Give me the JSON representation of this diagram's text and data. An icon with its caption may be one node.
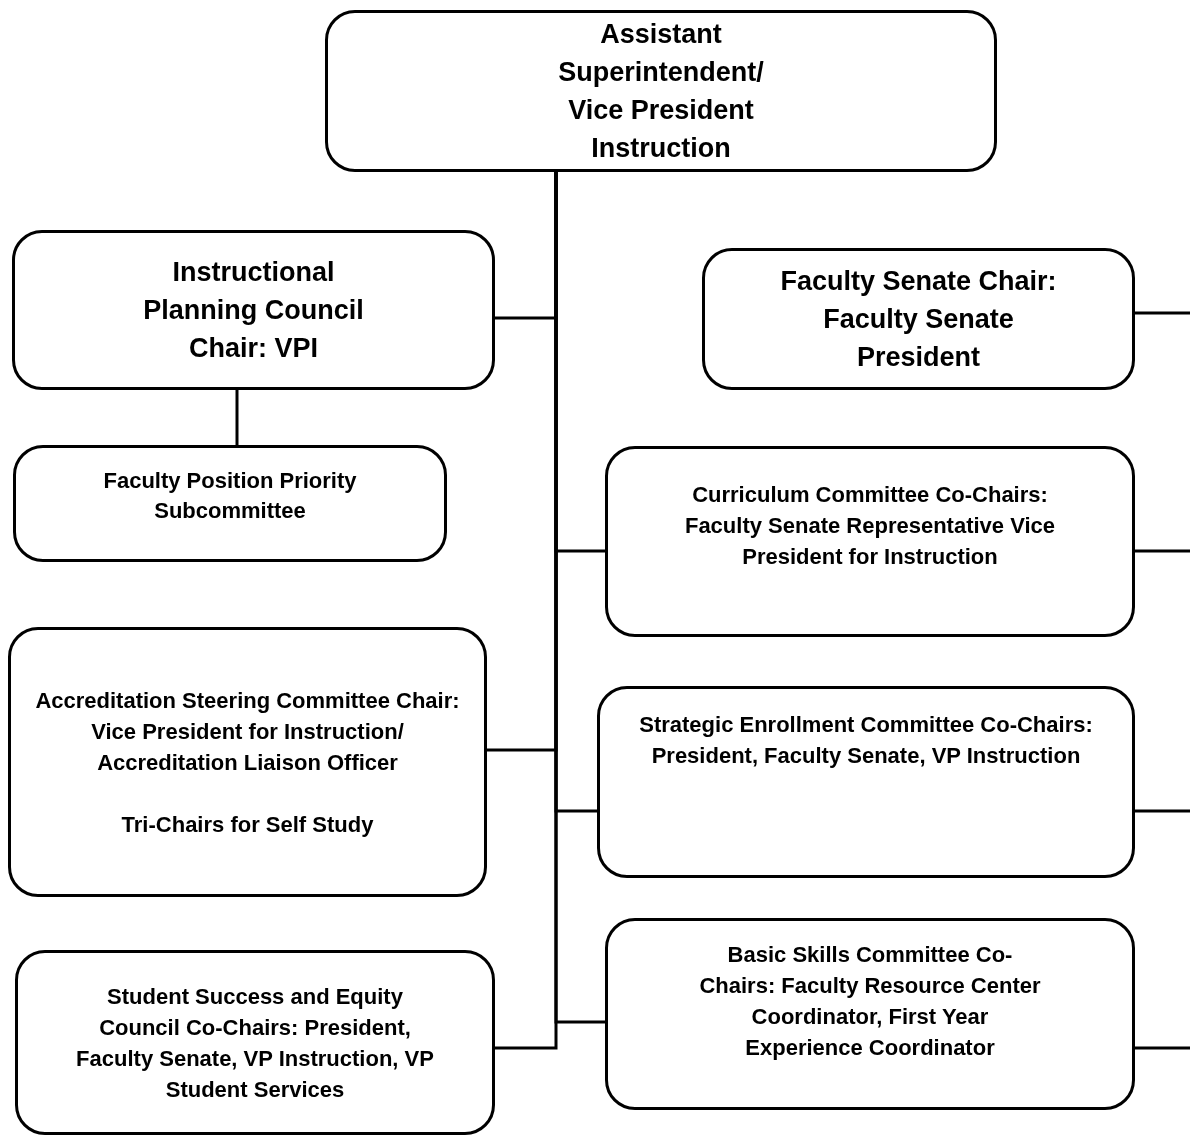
{
  "diagram": {
    "nodes": [
      {
        "text": [
          "Assistant Superintendent/ Vice President Instruction"
        ]
      },
      {
        "text": [
          "Instructional Planning Council Chair: VPI"
        ]
      },
      {
        "text": [
          "Faculty Senate Chair: Faculty Senate President"
        ]
      },
      {
        "text": [
          "Faculty Position Priority Subcommittee"
        ]
      },
      {
        "text": [
          "Curriculum Committee Co-Chairs: Faculty Senate Representative Vice President for Instruction"
        ]
      },
      {
        "text": [
          "Accreditation Steering Committee Chair: Vice President for Instruction/ Accreditation Liaison Officer",
          "Tri-Chairs for Self Study"
        ]
      },
      {
        "text": [
          "Strategic Enrollment Committee Co-Chairs: President, Faculty Senate, VP Instruction"
        ]
      },
      {
        "text": [
          "Student Success and Equity Council Co-Chairs: President, Faculty Senate, VP Instruction, VP Student Services"
        ]
      },
      {
        "text": [
          "Basic Skills Committee Co-Chairs: Faculty Resource Center Coordinator, First Year Experience Coordinator"
        ]
      }
    ],
    "edges": [
      {
        "from": 0,
        "to": 1,
        "arrow": "none"
      },
      {
        "from": 1,
        "to": 3,
        "arrow": "none"
      },
      {
        "from": 0,
        "to": 4,
        "arrow": "none"
      },
      {
        "from": 0,
        "to": 5,
        "arrow": "none"
      },
      {
        "from": 0,
        "to": 6,
        "arrow": "none"
      },
      {
        "from": 0,
        "to": 8,
        "arrow": "none"
      },
      {
        "from": 0,
        "to": 7,
        "arrow": "none"
      },
      {
        "from": 2,
        "to": null,
        "arrow": "none"
      },
      {
        "from": 4,
        "to": null,
        "arrow": "none"
      },
      {
        "from": 6,
        "to": null,
        "arrow": "none"
      },
      {
        "from": 8,
        "to": null,
        "arrow": "none"
      }
    ]
  }
}
